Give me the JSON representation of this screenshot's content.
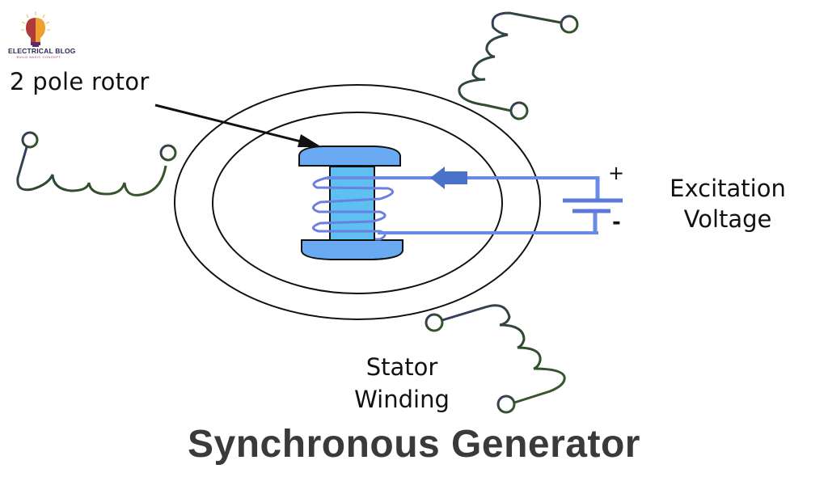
{
  "logo": {
    "name": "ELECTRICAL BLOG",
    "tagline": "BUILD BASIC CONCEPT"
  },
  "labels": {
    "rotor": "2 pole rotor",
    "excitation_line1": "Excitation",
    "excitation_line2": "Voltage",
    "plus": "+",
    "minus": "-",
    "stator_line1": "Stator",
    "stator_line2": "Winding"
  },
  "title": "Synchronous Generator",
  "colors": {
    "rotor_fill": "#6aaaf2",
    "rotor_shaft": "#5ec0f0",
    "wire": "#6a8ae8",
    "coil": "#6a7fe0",
    "arrow": "#4a72c8",
    "winding": "#2f4a2a",
    "title": "#3a3a3a"
  }
}
